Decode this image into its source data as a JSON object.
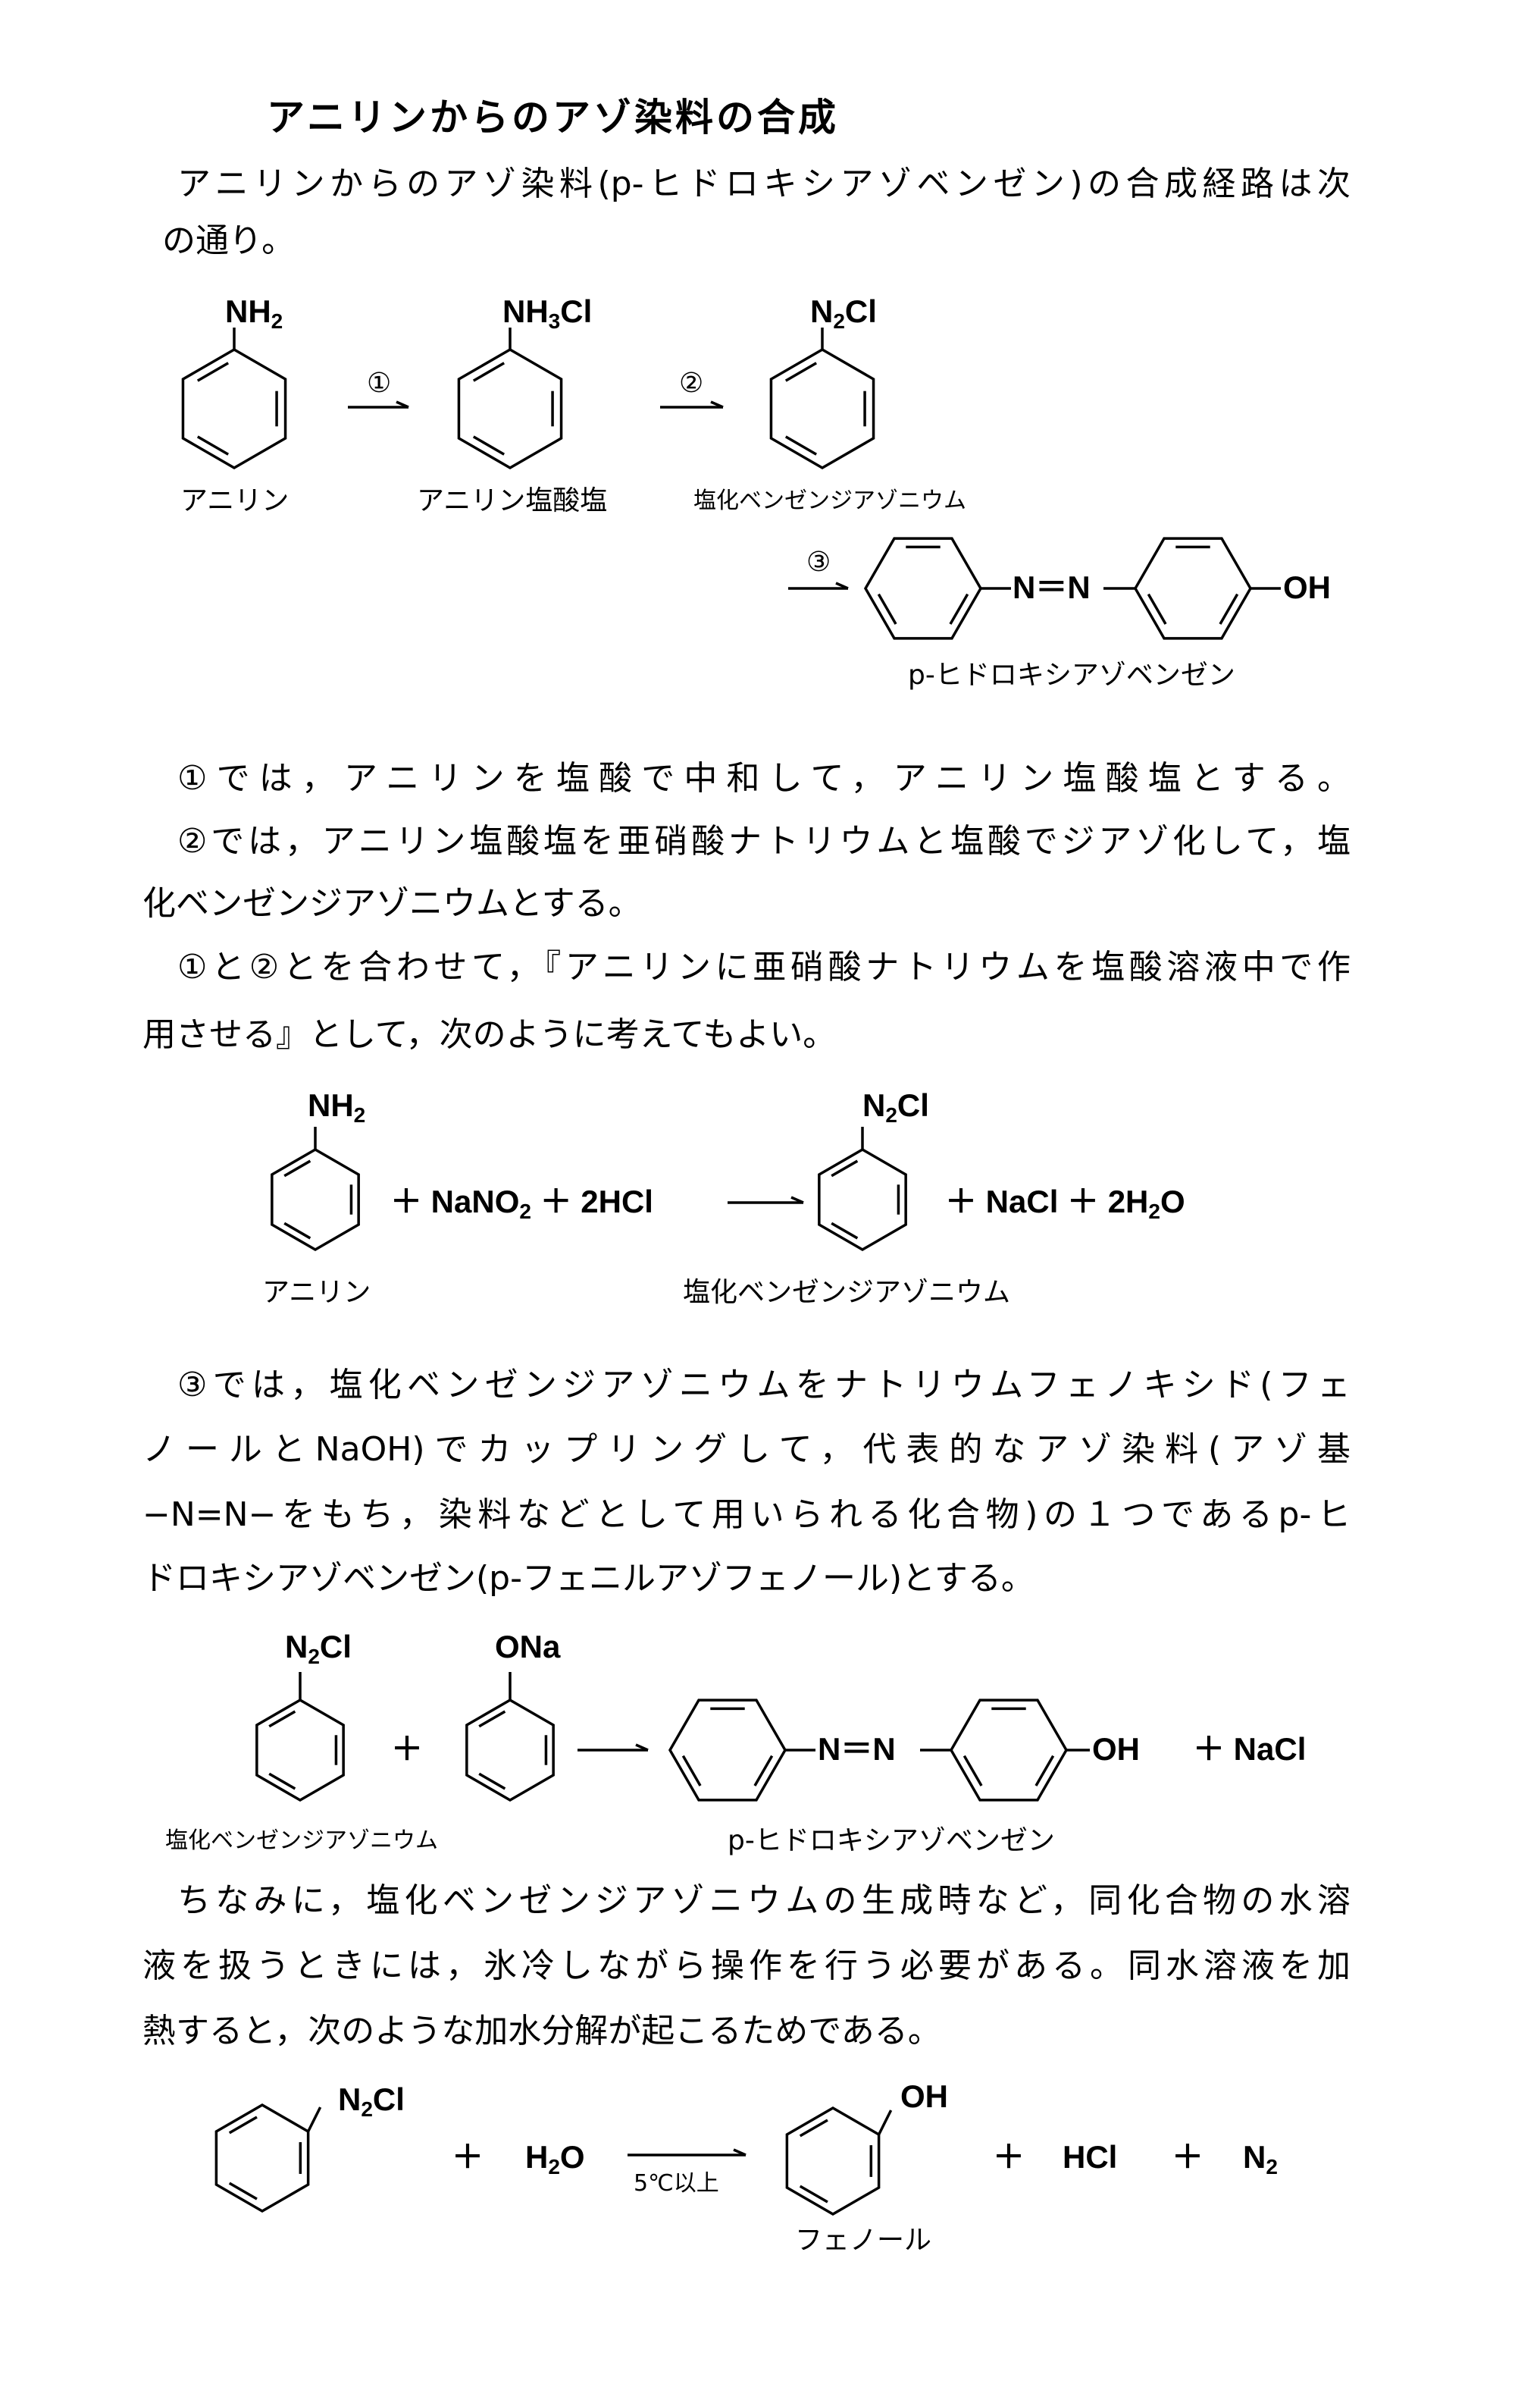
{
  "title": "アニリンからのアゾ染料の合成",
  "intro": {
    "line1": "アニリンからのアゾ染料(p-ヒドロキシアゾベンゼン)の合成経路は次",
    "line2": "の通り。"
  },
  "scheme1": {
    "aniline_sub": {
      "a": "NH",
      "b": "2"
    },
    "salt_sub": {
      "a": "NH",
      "b": "3",
      "c": "Cl"
    },
    "diazo_sub": {
      "a": "N",
      "b": "2",
      "c": "Cl"
    },
    "step1": "①",
    "step2": "②",
    "step3": "③",
    "label_aniline": "アニリン",
    "label_salt": "アニリン塩酸塩",
    "label_diazo": "塩化ベンゼンジアゾニウム",
    "azo_link": "N＝N",
    "oh": "OH",
    "label_product": "p-ヒドロキシアゾベンゼン"
  },
  "paragraphs1": [
    "①では，アニリンを塩酸で中和して，アニリン塩酸塩とする。",
    "②では，アニリン塩酸塩を亜硝酸ナトリウムと塩酸でジアゾ化して，塩",
    "化ベンゼンジアゾニウムとする。",
    "①と②とを合わせて，『アニリンに亜硝酸ナトリウムを塩酸溶液中で作",
    "用させる』として，次のように考えてもよい。"
  ],
  "scheme2": {
    "nh2": {
      "a": "NH",
      "b": "2"
    },
    "reagents": {
      "a": "＋ NaNO",
      "b": "2",
      "c": " ＋ 2HCl"
    },
    "n2cl": {
      "a": "N",
      "b": "2",
      "c": "Cl"
    },
    "products": {
      "a": "＋ NaCl ＋ 2H",
      "b": "2",
      "c": "O"
    },
    "label_aniline": "アニリン",
    "label_diazo": "塩化ベンゼンジアゾニウム"
  },
  "paragraphs2": [
    "③では，塩化ベンゼンジアゾニウムをナトリウムフェノキシド(フェ",
    "ノールとNaOH)でカップリングして，代表的なアゾ染料(アゾ基",
    "−N=N−をもち，染料などとして用いられる化合物)の１つであるp-ヒ",
    "ドロキシアゾベンゼン(p-フェニルアゾフェノール)とする。"
  ],
  "scheme3": {
    "n2cl": {
      "a": "N",
      "b": "2",
      "c": "Cl"
    },
    "plus": "＋",
    "ona": "ONa",
    "azo_link": "N＝N",
    "oh": "OH",
    "nacl": "＋ NaCl",
    "label_diazo": "塩化ベンゼンジアゾニウム",
    "label_product": "p-ヒドロキシアゾベンゼン"
  },
  "paragraphs3": [
    "ちなみに，塩化ベンゼンジアゾニウムの生成時など，同化合物の水溶",
    "液を扱うときには，氷冷しながら操作を行う必要がある。同水溶液を加",
    "熱すると，次のような加水分解が起こるためである。"
  ],
  "scheme4": {
    "n2cl": {
      "a": "N",
      "b": "2",
      "c": "Cl"
    },
    "plus": "＋",
    "h2o": {
      "a": "H",
      "b": "2",
      "c": "O"
    },
    "condition": "5℃以上",
    "oh": "OH",
    "hcl": "HCl",
    "n2": {
      "a": "N",
      "b": "2"
    },
    "label_phenol": "フェノール"
  }
}
